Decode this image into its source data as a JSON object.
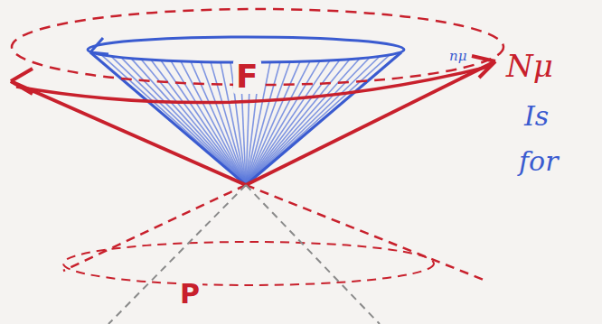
{
  "diagram": {
    "labels": [
      "Nμ",
      "Is",
      "for",
      "F",
      "nμ",
      "P"
    ]
  }
}
